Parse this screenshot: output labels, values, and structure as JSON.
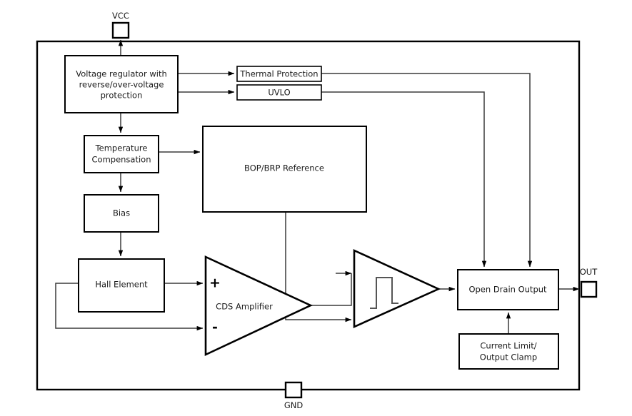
{
  "diagram": {
    "title": "Hall-effect switch functional block diagram",
    "background": "#ffffff",
    "line_color": "#000000",
    "wire_color": "#3a3a3a"
  },
  "pins": [
    {
      "id": "vcc",
      "label": "VCC",
      "position": "top"
    },
    {
      "id": "gnd",
      "label": "GND",
      "position": "bottom"
    },
    {
      "id": "out",
      "label": "OUT",
      "position": "right"
    }
  ],
  "blocks": [
    {
      "id": "voltage-regulator",
      "label": "Voltage regulator with reverse/over-voltage protection",
      "lines": [
        "Voltage regulator with",
        "reverse/over-voltage",
        "protection"
      ]
    },
    {
      "id": "thermal-protection",
      "label": "Thermal Protection",
      "lines": [
        "Thermal Protection"
      ]
    },
    {
      "id": "uvlo",
      "label": "UVLO",
      "lines": [
        "UVLO"
      ]
    },
    {
      "id": "temperature-compensation",
      "label": "Temperature Compensation",
      "lines": [
        "Temperature",
        "Compensation"
      ]
    },
    {
      "id": "bop-brp-reference",
      "label": "BOP/BRP Reference",
      "lines": [
        "BOP/BRP Reference"
      ]
    },
    {
      "id": "bias",
      "label": "Bias",
      "lines": [
        "Bias"
      ]
    },
    {
      "id": "hall-element",
      "label": "Hall Element",
      "lines": [
        "Hall Element"
      ]
    },
    {
      "id": "cds-amplifier",
      "label": "CDS Amplifier",
      "lines": [
        "CDS Amplifier"
      ]
    },
    {
      "id": "schmitt-comparator",
      "label": "",
      "lines": []
    },
    {
      "id": "open-drain-output",
      "label": "Open Drain Output",
      "lines": [
        "Open Drain Output"
      ]
    },
    {
      "id": "current-limit-output-clamp",
      "label": "Current Limit/ Output Clamp",
      "lines": [
        "Current Limit/",
        "Output Clamp"
      ]
    }
  ],
  "amplifier_inputs": {
    "plus": "+",
    "minus": "-"
  },
  "text": {
    "vcc": "VCC",
    "gnd": "GND",
    "out": "OUT",
    "voltage_regulator_l1": "Voltage regulator with",
    "voltage_regulator_l2": "reverse/over-voltage",
    "voltage_regulator_l3": "protection",
    "thermal_protection": "Thermal Protection",
    "uvlo": "UVLO",
    "temp_comp_l1": "Temperature",
    "temp_comp_l2": "Compensation",
    "bop_brp_reference": "BOP/BRP Reference",
    "bias": "Bias",
    "hall_element": "Hall Element",
    "cds_amplifier": "CDS Amplifier",
    "open_drain_output": "Open Drain Output",
    "current_limit_l1": "Current Limit/",
    "current_limit_l2": "Output Clamp",
    "plus_sign": "+",
    "minus_sign": "-"
  }
}
